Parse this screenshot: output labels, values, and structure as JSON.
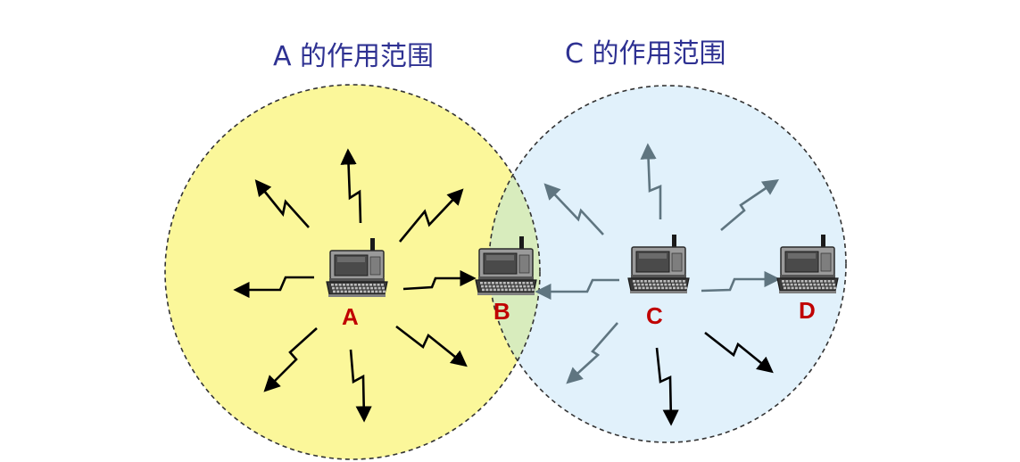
{
  "range_titles": {
    "a": "A 的作用范围",
    "c": "C 的作用范围"
  },
  "nodes": {
    "a": "A",
    "b": "B",
    "c": "C",
    "d": "D"
  },
  "colors": {
    "range_a_fill": "#fbf79a",
    "range_c_fill": "#e1f1fb",
    "overlap_fill": "#d8ecbd",
    "circle_stroke": "#333333",
    "title_text": "#2e3192",
    "node_label_text": "#c00000",
    "signal_strong": "#000000",
    "signal_faded": "#5f7580"
  },
  "icons": {
    "station": "laptop-with-antenna-icon",
    "signal": "lightning-arrow-icon"
  }
}
